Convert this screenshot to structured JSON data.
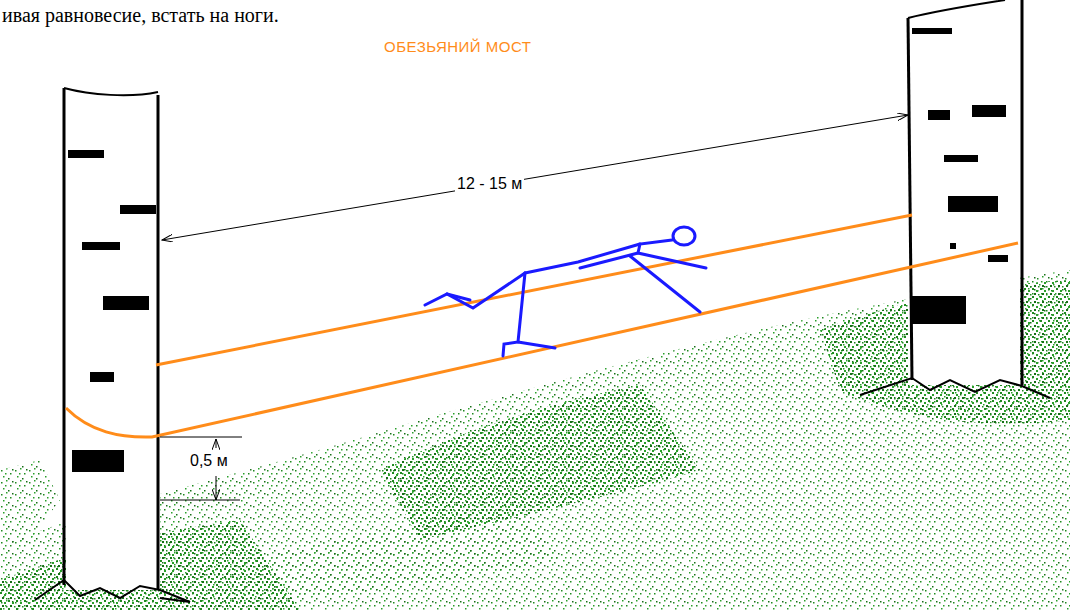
{
  "diagram": {
    "title": "ОБЕЗЬЯНИЙ МОСТ",
    "labels": [
      "ивая равновесие, встать на ноги.",
      "12 - 15 м",
      "0,5 м"
    ]
  }
}
